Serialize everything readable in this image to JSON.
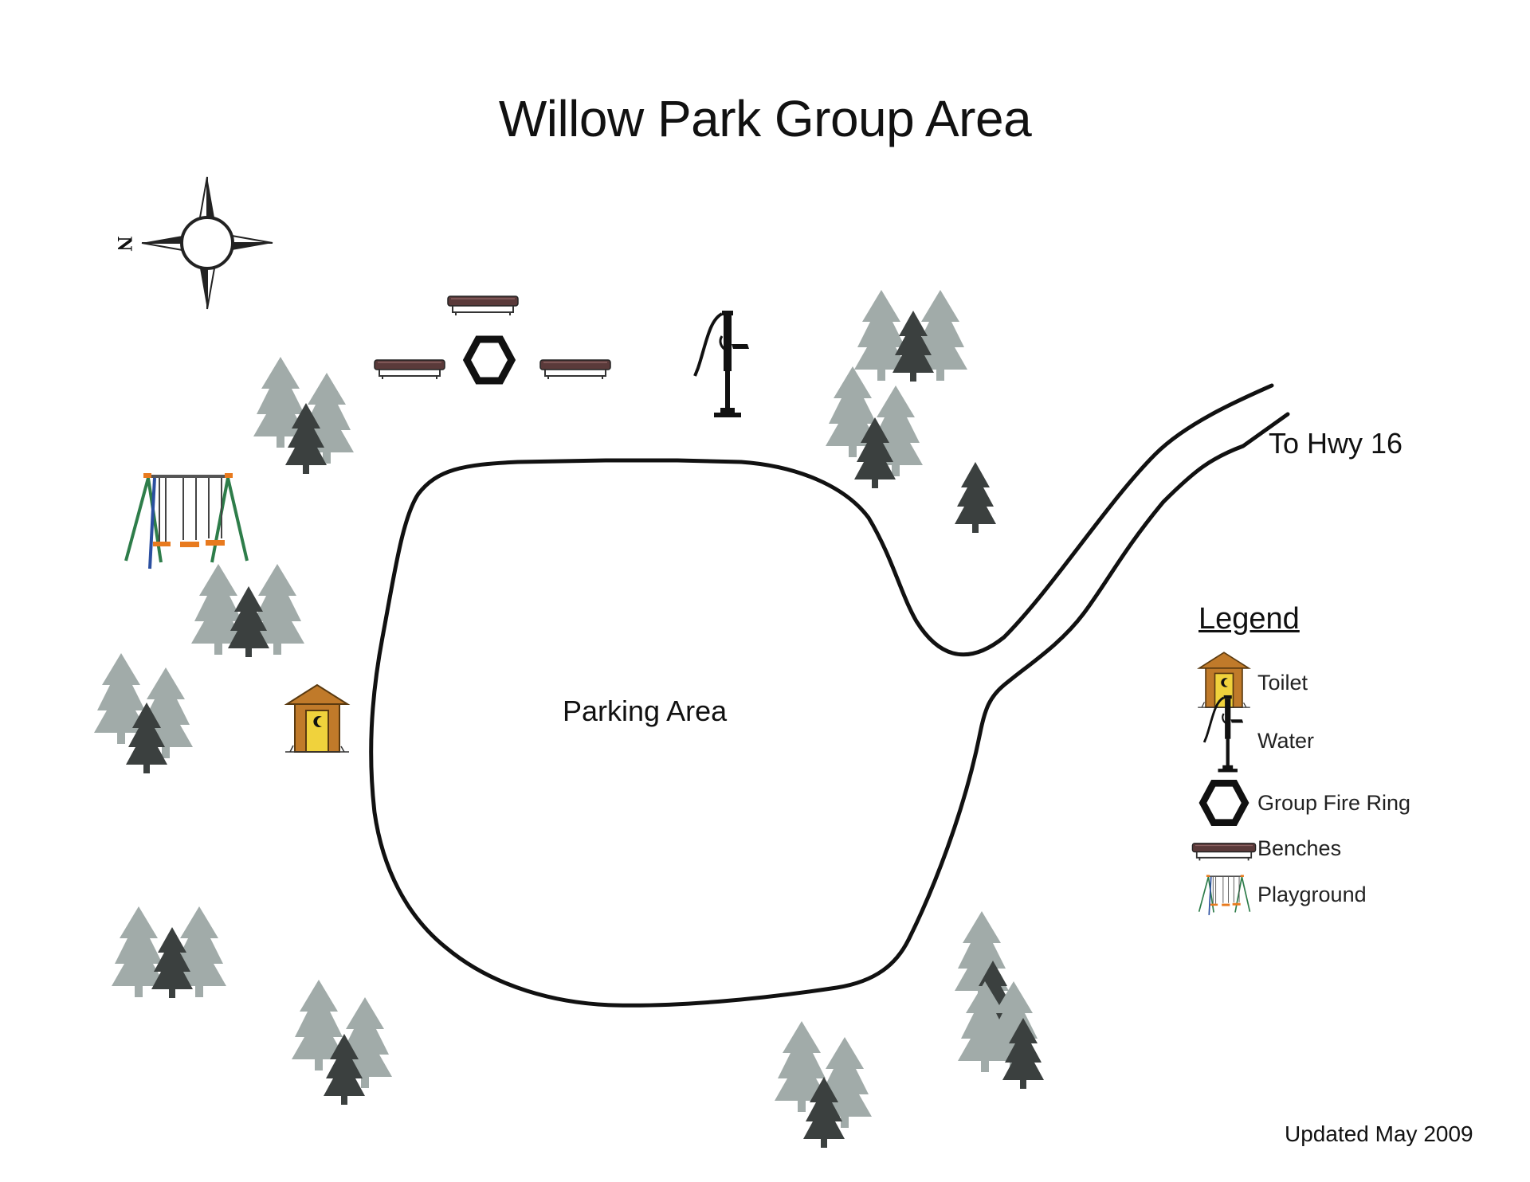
{
  "title": "Willow Park Group Area",
  "compass": {
    "north_label": "N"
  },
  "road_label": "To Hwy 16",
  "parking_label": "Parking Area",
  "updated": "Updated May 2009",
  "legend": {
    "title": "Legend",
    "items": [
      {
        "icon": "toilet-icon",
        "label": "Toilet"
      },
      {
        "icon": "water-pump-icon",
        "label": "Water"
      },
      {
        "icon": "fire-ring-icon",
        "label": "Group Fire Ring"
      },
      {
        "icon": "bench-icon",
        "label": "Benches"
      },
      {
        "icon": "playground-icon",
        "label": "Playground"
      }
    ]
  },
  "colors": {
    "tree_light": "#a1aba9",
    "tree_dark": "#3b403f",
    "bench_top": "#5a3a3a",
    "toilet_roof": "#c07a2a",
    "toilet_body": "#f0d23c",
    "swing_orange": "#e87a1e",
    "swing_green": "#2e7d4a",
    "road": "#111111"
  }
}
